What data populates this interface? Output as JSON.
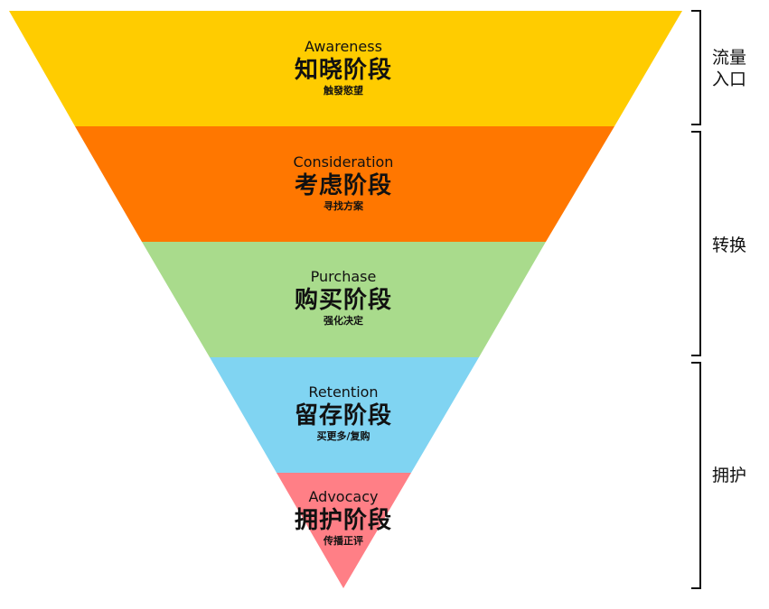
{
  "funnel": {
    "stages": [
      {
        "en": "Awareness",
        "zh": "知晓阶段",
        "desc": "触發慾望",
        "color": "#FFCC00"
      },
      {
        "en": "Consideration",
        "zh": "考虑阶段",
        "desc": "寻找方案",
        "color": "#FF7700"
      },
      {
        "en": "Purchase",
        "zh": "购买阶段",
        "desc": "强化决定",
        "color": "#A9DB8C"
      },
      {
        "en": "Retention",
        "zh": "留存阶段",
        "desc": "买更多/复购",
        "color": "#80D4F2"
      },
      {
        "en": "Advocacy",
        "zh": "拥护阶段",
        "desc": "传播正评",
        "color": "#FF7F86"
      }
    ]
  },
  "groups": [
    {
      "label_line1": "流量",
      "label_line2": "入口"
    },
    {
      "label_line1": "转换",
      "label_line2": ""
    },
    {
      "label_line1": "拥护",
      "label_line2": ""
    }
  ],
  "bracket_color": "#111111"
}
